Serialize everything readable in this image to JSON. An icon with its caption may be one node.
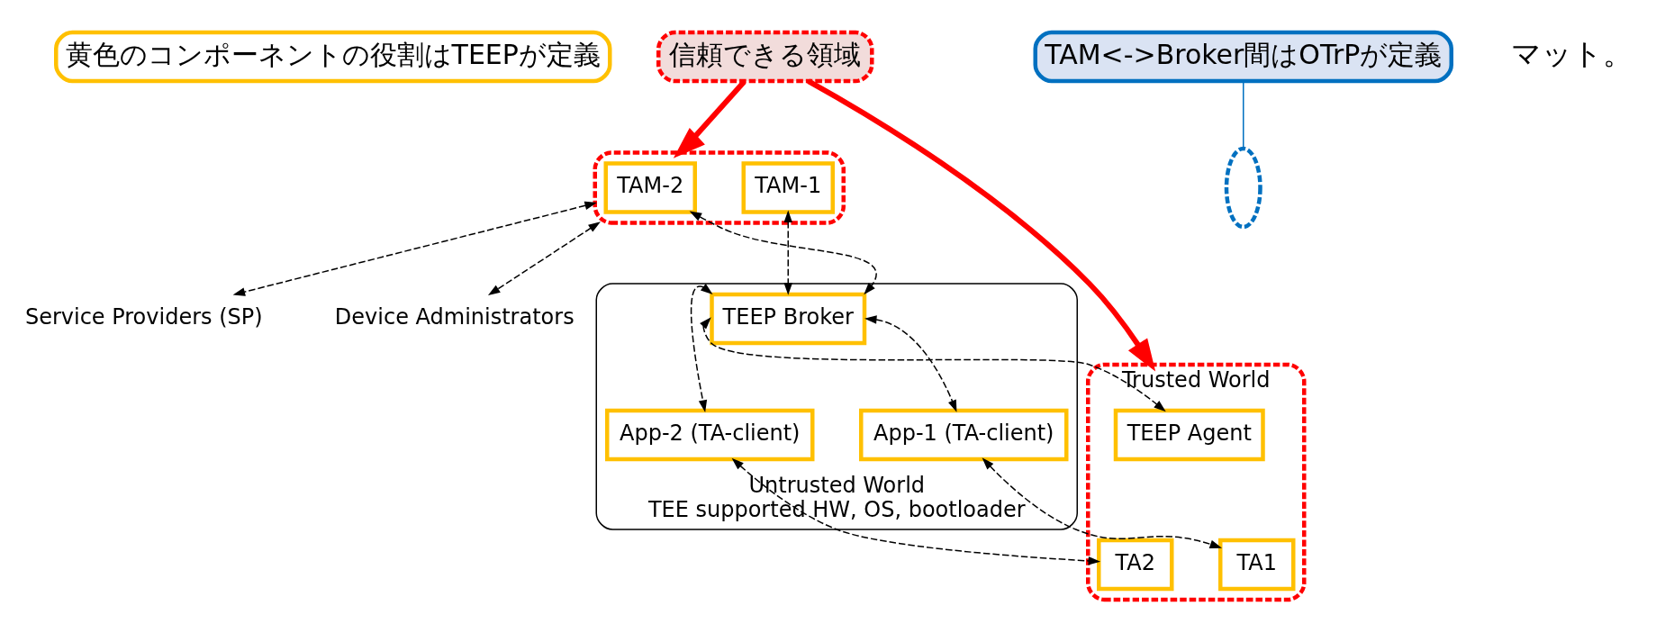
{
  "diagram": {
    "nodes": [
      {
        "text": [
          "黄色のコンポーネントの役割はTEEPが定義"
        ]
      },
      {
        "text": [],
        "shape": "box"
      },
      {
        "text": [
          "TAM-2"
        ],
        "in": 1
      },
      {
        "text": [
          "TAM-1"
        ],
        "in": 1
      },
      {
        "text": [
          "Service Providers (SP)"
        ]
      },
      {
        "text": [
          "Device Administrators"
        ]
      },
      {
        "text": [
          "信頼できる領域"
        ]
      },
      {
        "text": [
          "TAM<->Broker間はOTrPが定義"
        ]
      },
      {
        "text": [],
        "shape": "ellipse"
      },
      {
        "text": [
          "Untrusted World",
          "TEE supported HW, OS, bootloader"
        ]
      },
      {
        "text": [
          "TEEP Broker"
        ],
        "in": 9
      },
      {
        "text": [
          "App-2 (TA-client)"
        ],
        "in": 9
      },
      {
        "text": [
          "App-1 (TA-client)"
        ],
        "in": 9
      },
      {
        "text": [
          "Trusted World"
        ]
      },
      {
        "text": [
          "TEEP Agent"
        ],
        "in": 13
      },
      {
        "text": [
          "TA2"
        ],
        "in": 13
      },
      {
        "text": [
          "TA1"
        ],
        "in": 13
      }
    ],
    "edges": [
      {
        "from": 1,
        "to": 4,
        "arrow": "both",
        "style": "dashed"
      },
      {
        "from": 1,
        "to": 5,
        "arrow": "both",
        "style": "dashed"
      },
      {
        "from": 6,
        "to": 1,
        "arrow": "to",
        "style": "thick",
        "color": "#ff0000"
      },
      {
        "from": 6,
        "to": 13,
        "arrow": "to",
        "style": "thick",
        "color": "#ff0000"
      },
      {
        "from": 7,
        "to": 8,
        "arrow": "none",
        "color": "#0070c0"
      },
      {
        "from": 3,
        "to": 10,
        "arrow": "both",
        "style": "dashed"
      },
      {
        "from": 2,
        "to": 10,
        "arrow": "both",
        "style": "dashed"
      },
      {
        "from": 10,
        "to": 11,
        "arrow": "both",
        "style": "dashed"
      },
      {
        "from": 10,
        "to": 12,
        "arrow": "both",
        "style": "dashed"
      },
      {
        "from": 10,
        "to": 14,
        "arrow": "both",
        "style": "dashed"
      },
      {
        "from": 12,
        "to": 16,
        "arrow": "both",
        "style": "dashed"
      },
      {
        "from": 11,
        "to": 15,
        "arrow": "both",
        "style": "dashed"
      }
    ],
    "labels": [
      "マット。"
    ]
  }
}
